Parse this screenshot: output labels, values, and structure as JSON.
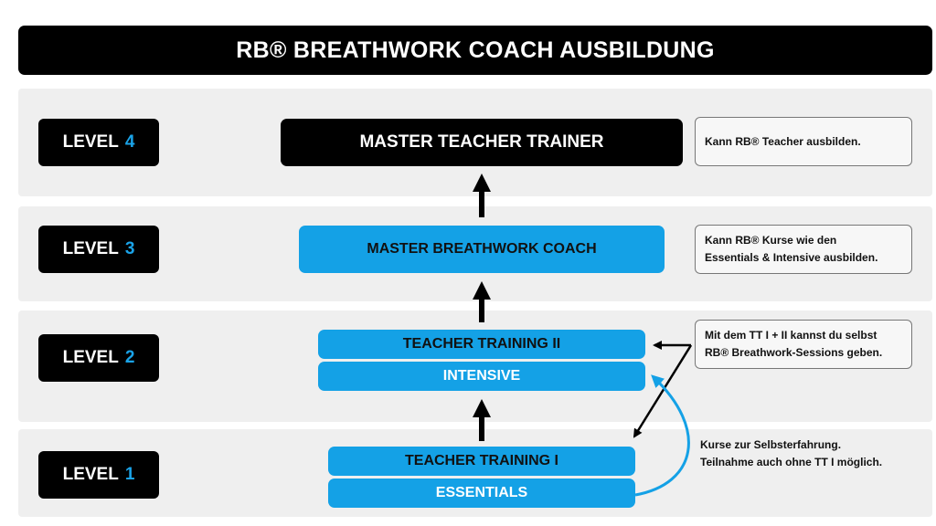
{
  "title": "RB® BREATHWORK COACH AUSBILDUNG",
  "levels": [
    {
      "label": "LEVEL",
      "num": "4"
    },
    {
      "label": "LEVEL",
      "num": "3"
    },
    {
      "label": "LEVEL",
      "num": "2"
    },
    {
      "label": "LEVEL",
      "num": "1"
    }
  ],
  "boxes": {
    "master_teacher_trainer": "MASTER TEACHER TRAINER",
    "master_breathwork_coach": "MASTER BREATHWORK COACH",
    "teacher_training_2": "TEACHER TRAINING II",
    "intensive": "INTENSIVE",
    "teacher_training_1": "TEACHER TRAINING I",
    "essentials": "ESSENTIALS"
  },
  "notes": {
    "level4": "Kann RB® Teacher ausbilden.",
    "level3": "Kann RB® Kurse wie den\nEssentials & Intensive ausbilden.",
    "level2": "Mit dem TT I + II kannst du selbst\nRB® Breathwork-Sessions geben.",
    "level1": "Kurse zur Selbsterfahrung.\nTeilnahme auch ohne TT I möglich."
  },
  "colors": {
    "accent": "#14a1e6",
    "dark": "#000000",
    "band": "#efefef"
  }
}
